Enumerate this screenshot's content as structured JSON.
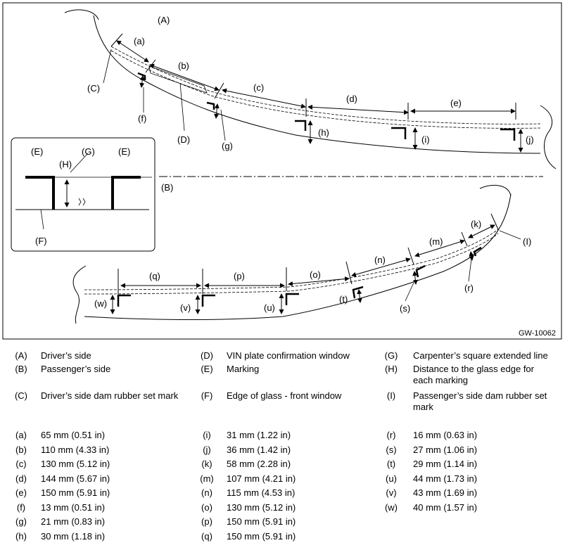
{
  "figure": {
    "code": "GW-10062",
    "section_labels": [
      "(A)",
      "(B)"
    ],
    "callouts": {
      "C": "(C)",
      "D": "(D)",
      "I": "(I)",
      "a": "(a)",
      "b": "(b)",
      "c": "(c)",
      "d": "(d)",
      "e": "(e)",
      "f": "(f)",
      "g": "(g)",
      "h": "(h)",
      "i": "(i)",
      "j": "(j)",
      "k": "(k)",
      "m": "(m)",
      "n": "(n)",
      "o": "(o)",
      "p": "(p)",
      "q": "(q)",
      "r": "(r)",
      "s": "(s)",
      "t": "(t)",
      "u": "(u)",
      "v": "(v)",
      "w": "(w)"
    },
    "inset": {
      "E1": "(E)",
      "E2": "(E)",
      "G": "(G)",
      "H": "(H)",
      "F": "(F)"
    }
  },
  "legend": {
    "terms": [
      {
        "key": "(A)",
        "text": "Driver’s side"
      },
      {
        "key": "(B)",
        "text": "Passenger’s side"
      },
      {
        "key": "(C)",
        "text": "Driver’s side dam rubber set mark"
      },
      {
        "key": "(D)",
        "text": "VIN plate confirmation window"
      },
      {
        "key": "(E)",
        "text": "Marking"
      },
      {
        "key": "(F)",
        "text": "Edge of glass - front window"
      },
      {
        "key": "(G)",
        "text": "Carpenter’s square extended line"
      },
      {
        "key": "(H)",
        "text": "Distance to the glass edge for each marking"
      },
      {
        "key": "(I)",
        "text": "Passenger’s side dam rubber set mark"
      }
    ],
    "dims": [
      {
        "key": "(a)",
        "text": "65 mm (0.51 in)"
      },
      {
        "key": "(b)",
        "text": "110 mm (4.33 in)"
      },
      {
        "key": "(c)",
        "text": "130 mm (5.12 in)"
      },
      {
        "key": "(d)",
        "text": "144 mm (5.67 in)"
      },
      {
        "key": "(e)",
        "text": "150 mm (5.91 in)"
      },
      {
        "key": "(f)",
        "text": "13 mm (0.51 in)"
      },
      {
        "key": "(g)",
        "text": "21 mm (0.83 in)"
      },
      {
        "key": "(h)",
        "text": "30 mm (1.18 in)"
      },
      {
        "key": "(i)",
        "text": "31 mm (1.22 in)"
      },
      {
        "key": "(j)",
        "text": "36 mm (1.42 in)"
      },
      {
        "key": "(k)",
        "text": "58 mm (2.28 in)"
      },
      {
        "key": "(m)",
        "text": "107 mm (4.21 in)"
      },
      {
        "key": "(n)",
        "text": "115 mm (4.53 in)"
      },
      {
        "key": "(o)",
        "text": "130 mm (5.12 in)"
      },
      {
        "key": "(p)",
        "text": "150 mm (5.91 in)"
      },
      {
        "key": "(q)",
        "text": "150 mm (5.91 in)"
      },
      {
        "key": "(r)",
        "text": "16 mm (0.63 in)"
      },
      {
        "key": "(s)",
        "text": "27 mm (1.06 in)"
      },
      {
        "key": "(t)",
        "text": "29 mm (1.14 in)"
      },
      {
        "key": "(u)",
        "text": "44 mm (1.73 in)"
      },
      {
        "key": "(v)",
        "text": "43 mm (1.69 in)"
      },
      {
        "key": "(w)",
        "text": "40 mm (1.57 in)"
      }
    ]
  }
}
